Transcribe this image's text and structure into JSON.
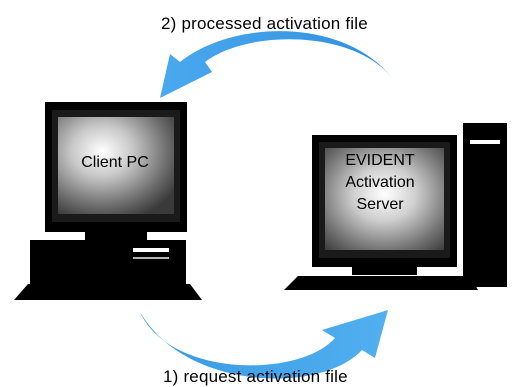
{
  "diagram": {
    "top_caption": "2) processed activation file",
    "bottom_caption": "1) request activation file",
    "client_label": "Client PC",
    "server_label_lines": [
      "EVIDENT",
      "Activation",
      "Server"
    ]
  },
  "colors": {
    "arrow": "#3a9ee8",
    "arrow_dark": "#1c7cc9",
    "computer": "#000000",
    "screen_glow": "#ffffff",
    "screen_edge": "#3c3c3c"
  },
  "icons": [
    "curved-arrow-icon",
    "client-computer-icon",
    "server-computer-icon"
  ]
}
